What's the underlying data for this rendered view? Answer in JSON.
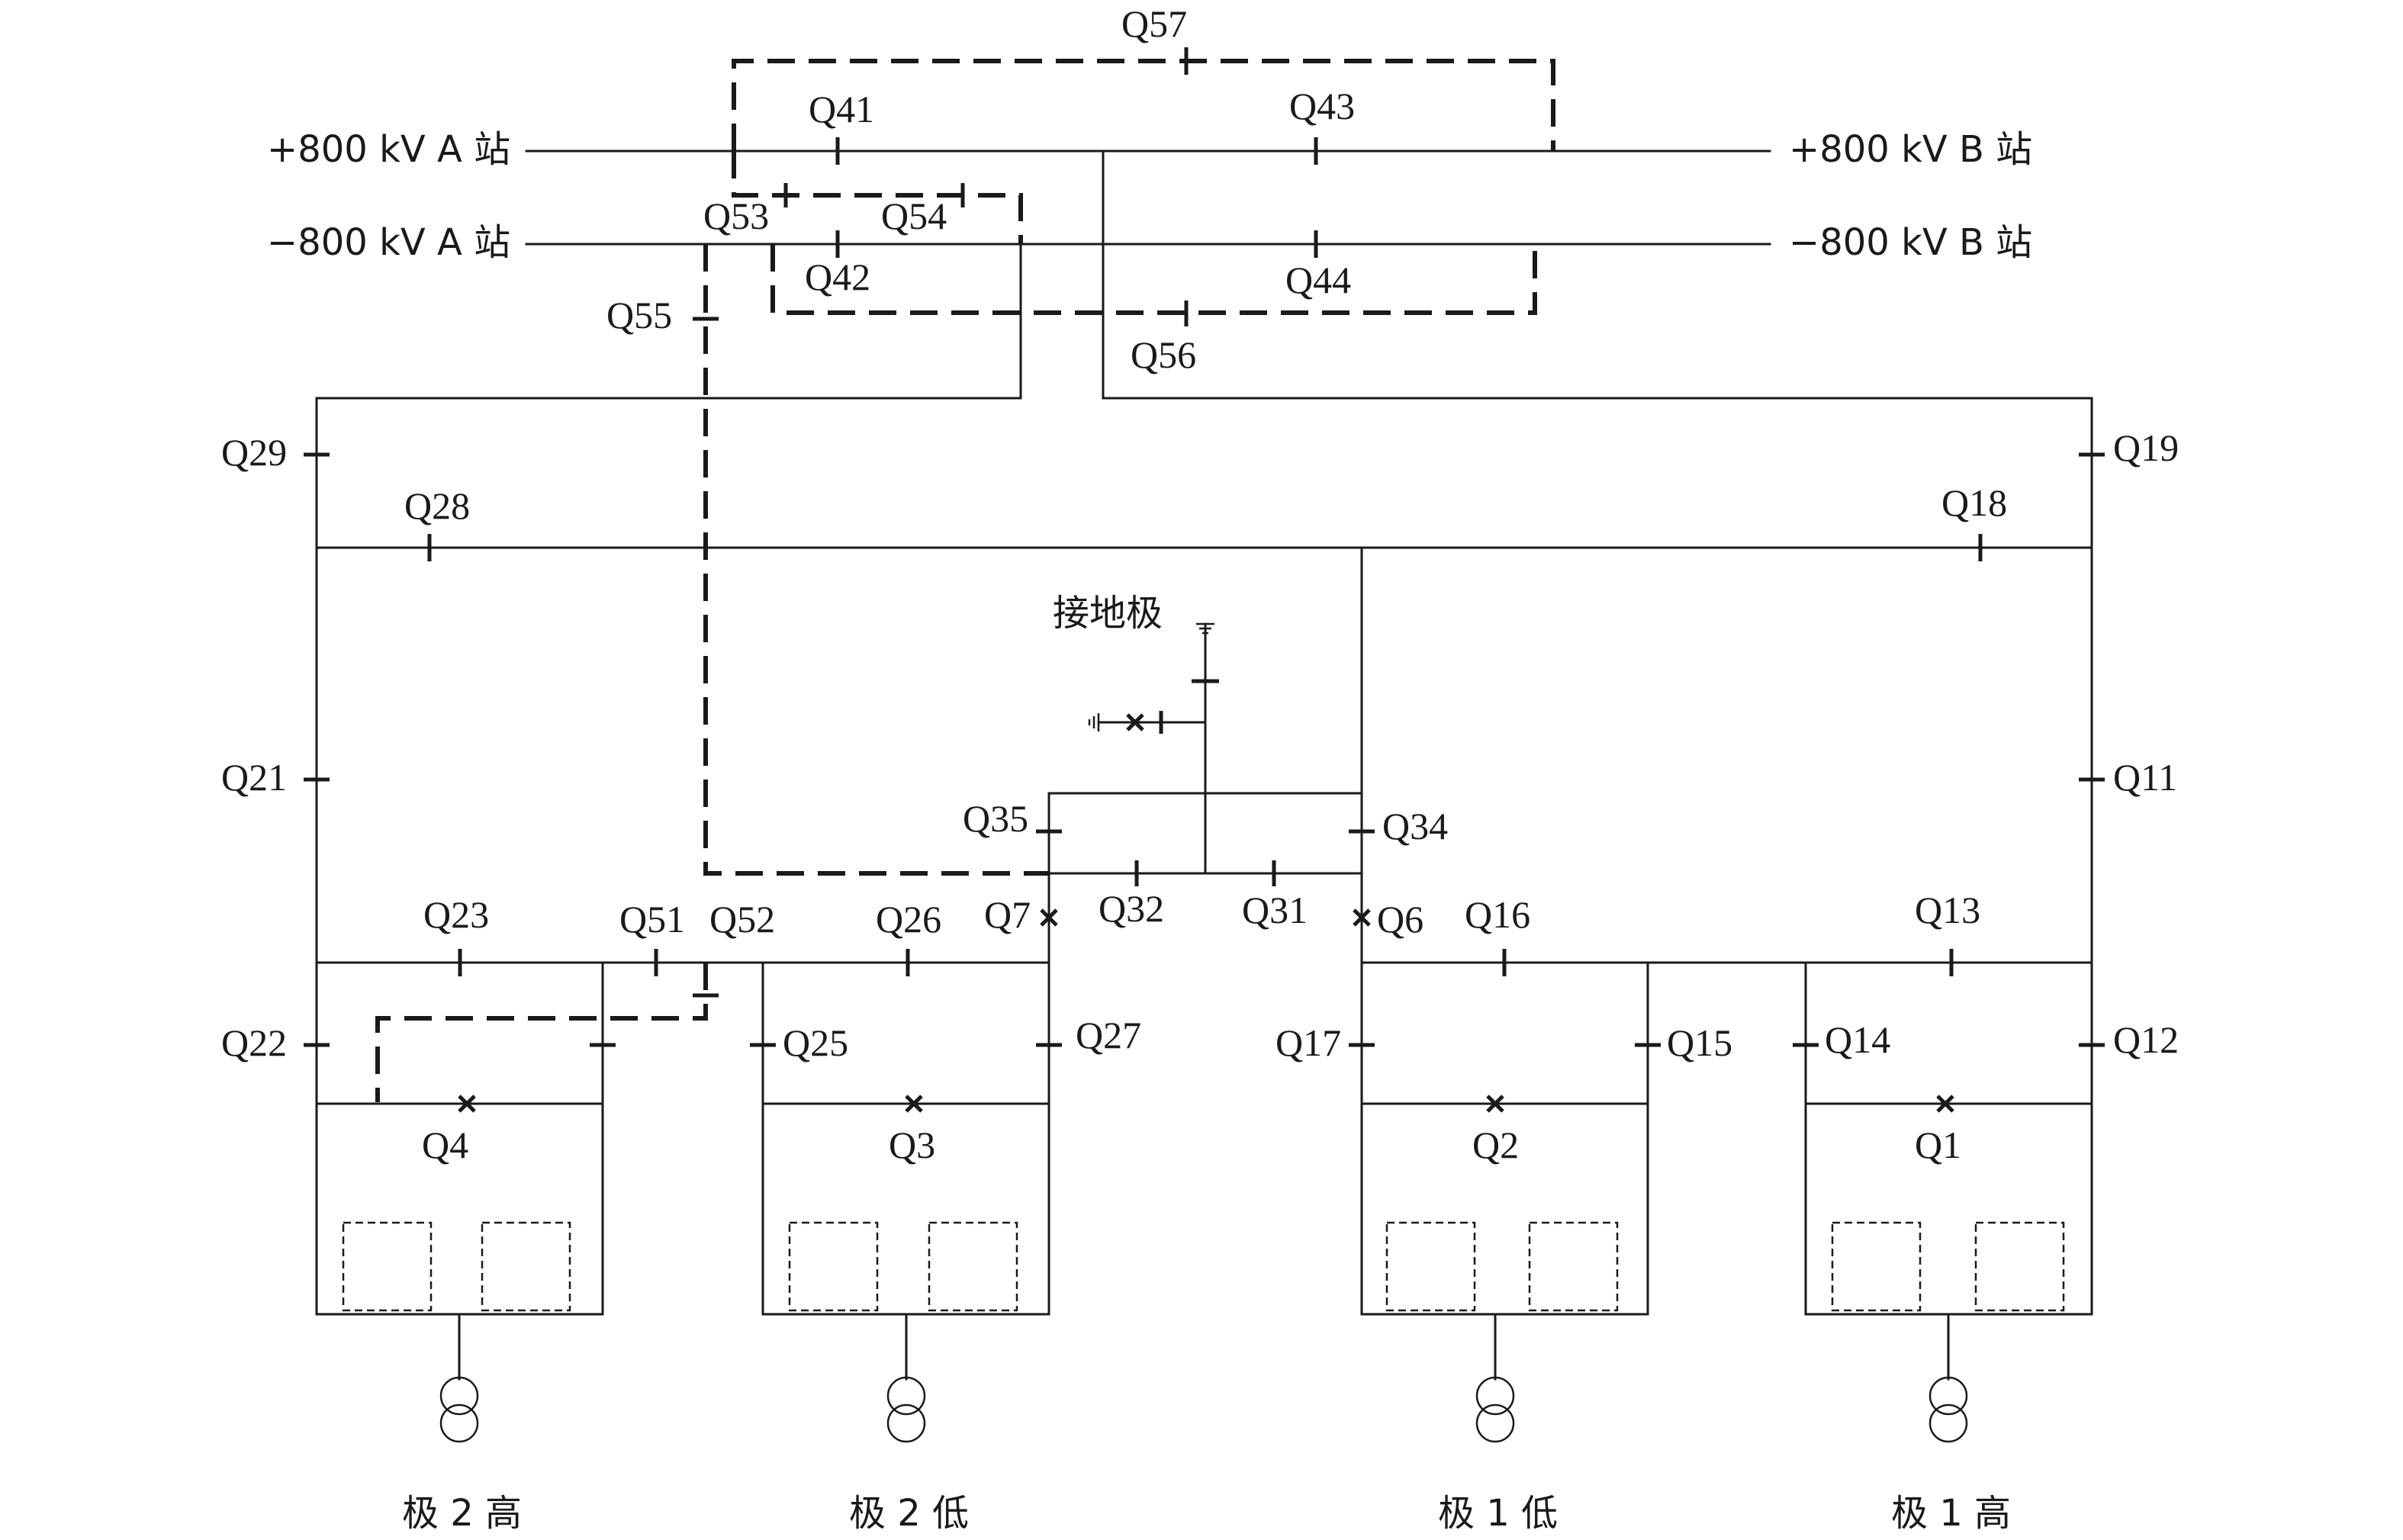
{
  "buses": {
    "pos_a": "+800 kV A 站",
    "pos_b": "+800 kV B 站",
    "neg_a": "−800 kV A 站",
    "neg_b": "−800 kV B 站"
  },
  "ground_electrode": "接地极",
  "switches": {
    "Q57": "Q57",
    "Q41": "Q41",
    "Q43": "Q43",
    "Q53": "Q53",
    "Q54": "Q54",
    "Q42": "Q42",
    "Q44": "Q44",
    "Q55": "Q55",
    "Q56": "Q56",
    "Q29": "Q29",
    "Q19": "Q19",
    "Q28": "Q28",
    "Q18": "Q18",
    "Q21": "Q21",
    "Q11": "Q11",
    "Q35": "Q35",
    "Q34": "Q34",
    "Q23": "Q23",
    "Q51": "Q51",
    "Q52": "Q52",
    "Q26": "Q26",
    "Q7": "Q7",
    "Q32": "Q32",
    "Q31": "Q31",
    "Q6": "Q6",
    "Q16": "Q16",
    "Q13": "Q13",
    "Q22": "Q22",
    "Q25": "Q25",
    "Q27": "Q27",
    "Q17": "Q17",
    "Q15": "Q15",
    "Q14": "Q14",
    "Q12": "Q12",
    "Q4": "Q4",
    "Q3": "Q3",
    "Q2": "Q2",
    "Q1": "Q1"
  },
  "converters": [
    {
      "label": "极 2 高"
    },
    {
      "label": "极 2 低"
    },
    {
      "label": "极 1 低"
    },
    {
      "label": "极 1 高"
    }
  ]
}
